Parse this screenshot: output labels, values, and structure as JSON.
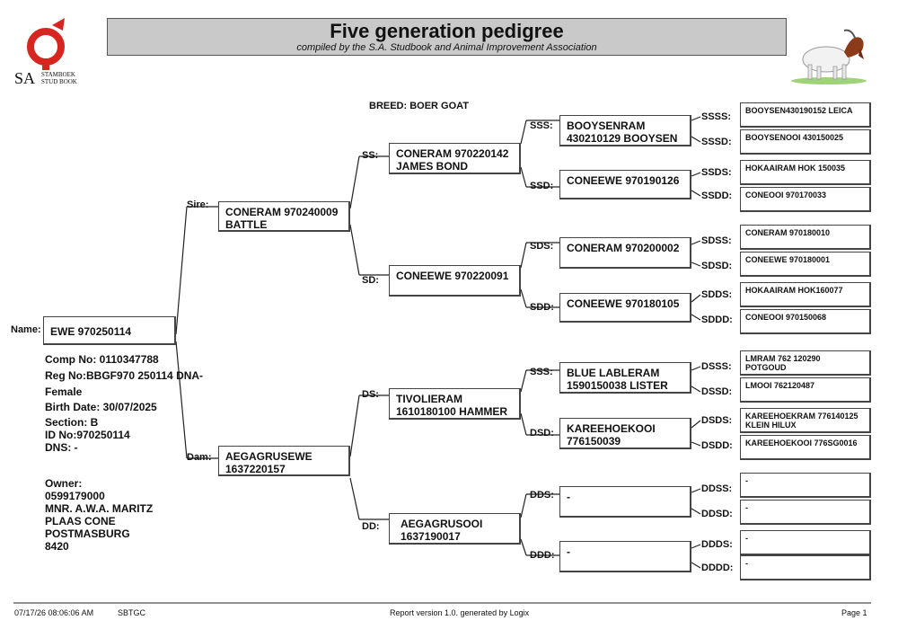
{
  "header": {
    "title": "Five generation pedigree",
    "subtitle": "compiled by the S.A. Studbook and Animal Improvement Association",
    "logo_sa": "SA",
    "logo_line1": "STAMBOEK",
    "logo_line2": "STUD BOOK"
  },
  "breed_label": "BREED: BOER GOAT",
  "labels": {
    "name": "Name:",
    "sire": "Sire:",
    "dam": "Dam:",
    "ss": "SS:",
    "sd": "SD:",
    "ds": "DS:",
    "dd": "DD:",
    "sss": "SSS:",
    "ssd": "SSD:",
    "sds": "SDS:",
    "sdd": "SDD:",
    "dss": "SSS:",
    "dsd": "DSD:",
    "dds": "DDS:",
    "ddd": "DDD:",
    "ssss": "SSSS:",
    "sssd": "SSSD:",
    "ssds": "SSDS:",
    "ssdd": "SSDD:",
    "sdss": "SDSS:",
    "sdsd": "SDSD:",
    "sdds": "SDDS:",
    "sddd": "SDDD:",
    "dsss": "DSSS:",
    "dssd": "DSSD:",
    "dsds": "DSDS:",
    "dsdd": "DSDD:",
    "ddss": "DDSS:",
    "ddsd": "DDSD:",
    "ddds": "DDDS:",
    "dddd": "DDDD:"
  },
  "animal": {
    "name": "EWE 970250114",
    "comp_no": "Comp No: 0110347788",
    "reg_no": "Reg No:BBGF970 250114 DNA-",
    "sex": "Female",
    "birth_date": "Birth Date: 30/07/2025",
    "section": "Section: B",
    "id_no": "ID No:970250114",
    "dns": "DNS: -",
    "owner_label": "Owner:",
    "owner_no": "0599179000",
    "owner_name": "MNR. A.W.A. MARITZ",
    "owner_addr1": "PLAAS CONE",
    "owner_addr2": "POSTMASBURG",
    "owner_code": "8420"
  },
  "gen1": {
    "sire_l1": "CONERAM 970240009",
    "sire_l2": "BATTLE",
    "dam_l1": "AEGAGRUSEWE",
    "dam_l2": "1637220157"
  },
  "gen2": {
    "ss_l1": "CONERAM 970220142",
    "ss_l2": "JAMES BOND",
    "sd_l1": "CONEEWE 970220091",
    "sd_l2": "",
    "ds_l1": "TIVOLIERAM",
    "ds_l2": "1610180100 HAMMER",
    "dd_l1": "AEGAGRUSOOI",
    "dd_l2": "1637190017"
  },
  "gen3": {
    "sss_l1": "BOOYSENRAM",
    "sss_l2": "430210129 BOOYSEN",
    "ssd_l1": "CONEEWE 970190126",
    "ssd_l2": "",
    "sds_l1": "CONERAM 970200002",
    "sds_l2": "",
    "sdd_l1": "CONEEWE 970180105",
    "sdd_l2": "",
    "dss_l1": "BLUE LABLERAM",
    "dss_l2": "1590150038 LISTER",
    "dsd_l1": "KAREEHOEKOOI",
    "dsd_l2": "776150039",
    "dds_l1": "-",
    "dds_l2": "",
    "ddd_l1": "-",
    "ddd_l2": ""
  },
  "gen4": {
    "ssss_l1": "BOOYSEN430190152 LEICA",
    "ssss_l2": "",
    "sssd_l1": "BOOYSENOOI 430150025",
    "sssd_l2": "",
    "ssds_l1": "HOKAAIRAM HOK 150035",
    "ssds_l2": "",
    "ssdd_l1": "CONEOOI 970170033",
    "ssdd_l2": "",
    "sdss_l1": "CONERAM 970180010",
    "sdss_l2": "",
    "sdsd_l1": "CONEEWE 970180001",
    "sdsd_l2": "",
    "sdds_l1": "HOKAAIRAM HOK160077",
    "sdds_l2": "",
    "sddd_l1": "CONEOOI 970150068",
    "sddd_l2": "",
    "dsss_l1": "LMRAM 762 120290",
    "dsss_l2": "POTGOUD",
    "dssd_l1": "LMOOI 762120487",
    "dssd_l2": "",
    "dsds_l1": "KAREEHOEKRAM 776140125",
    "dsds_l2": "KLEIN HILUX",
    "dsdd_l1": "KAREEHOEKOOI 776SG0016",
    "dsdd_l2": "",
    "ddss_l1": "-",
    "ddss_l2": "",
    "ddsd_l1": "-",
    "ddsd_l2": "",
    "ddds_l1": "-",
    "ddds_l2": "",
    "dddd_l1": "-",
    "dddd_l2": ""
  },
  "footer": {
    "datetime": "07/17/26 08:06:06 AM",
    "code": "SBTGC",
    "report": "Report version 1.0. generated by Logix",
    "page": "Page 1"
  },
  "colors": {
    "logo_red": "#d7261f",
    "title_bg": "#c9c9c9",
    "goat_brown": "#8b3a1a"
  }
}
